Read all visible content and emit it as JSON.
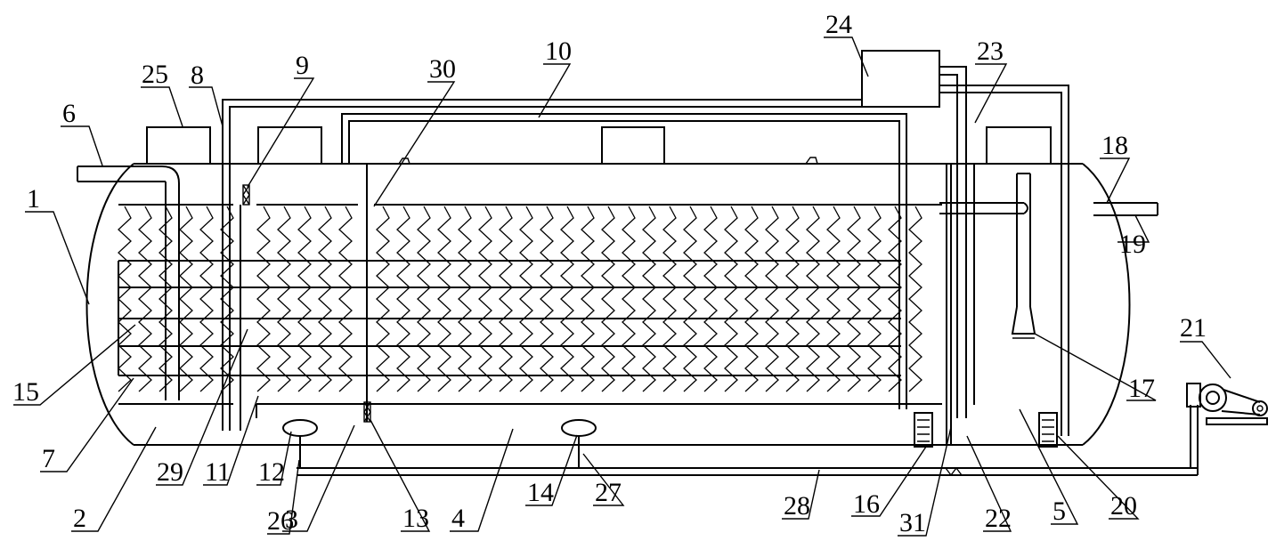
{
  "figure": {
    "background": "#ffffff",
    "stroke_color": "#000000",
    "labels": [
      {
        "id": "1",
        "text": "1"
      },
      {
        "id": "2",
        "text": "2"
      },
      {
        "id": "3",
        "text": "3"
      },
      {
        "id": "4",
        "text": "4"
      },
      {
        "id": "5",
        "text": "5"
      },
      {
        "id": "6",
        "text": "6"
      },
      {
        "id": "7",
        "text": "7"
      },
      {
        "id": "8",
        "text": "8"
      },
      {
        "id": "9",
        "text": "9"
      },
      {
        "id": "10",
        "text": "10"
      },
      {
        "id": "11",
        "text": "11"
      },
      {
        "id": "12",
        "text": "12"
      },
      {
        "id": "13",
        "text": "13"
      },
      {
        "id": "14",
        "text": "14"
      },
      {
        "id": "15",
        "text": "15"
      },
      {
        "id": "16",
        "text": "16"
      },
      {
        "id": "17",
        "text": "17"
      },
      {
        "id": "18",
        "text": "18"
      },
      {
        "id": "19",
        "text": "19"
      },
      {
        "id": "20",
        "text": "20"
      },
      {
        "id": "21",
        "text": "21"
      },
      {
        "id": "22",
        "text": "22"
      },
      {
        "id": "23",
        "text": "23"
      },
      {
        "id": "24",
        "text": "24"
      },
      {
        "id": "25",
        "text": "25"
      },
      {
        "id": "26",
        "text": "26"
      },
      {
        "id": "27",
        "text": "27"
      },
      {
        "id": "28",
        "text": "28"
      },
      {
        "id": "29",
        "text": "29"
      },
      {
        "id": "30",
        "text": "30"
      },
      {
        "id": "31",
        "text": "31"
      }
    ]
  }
}
